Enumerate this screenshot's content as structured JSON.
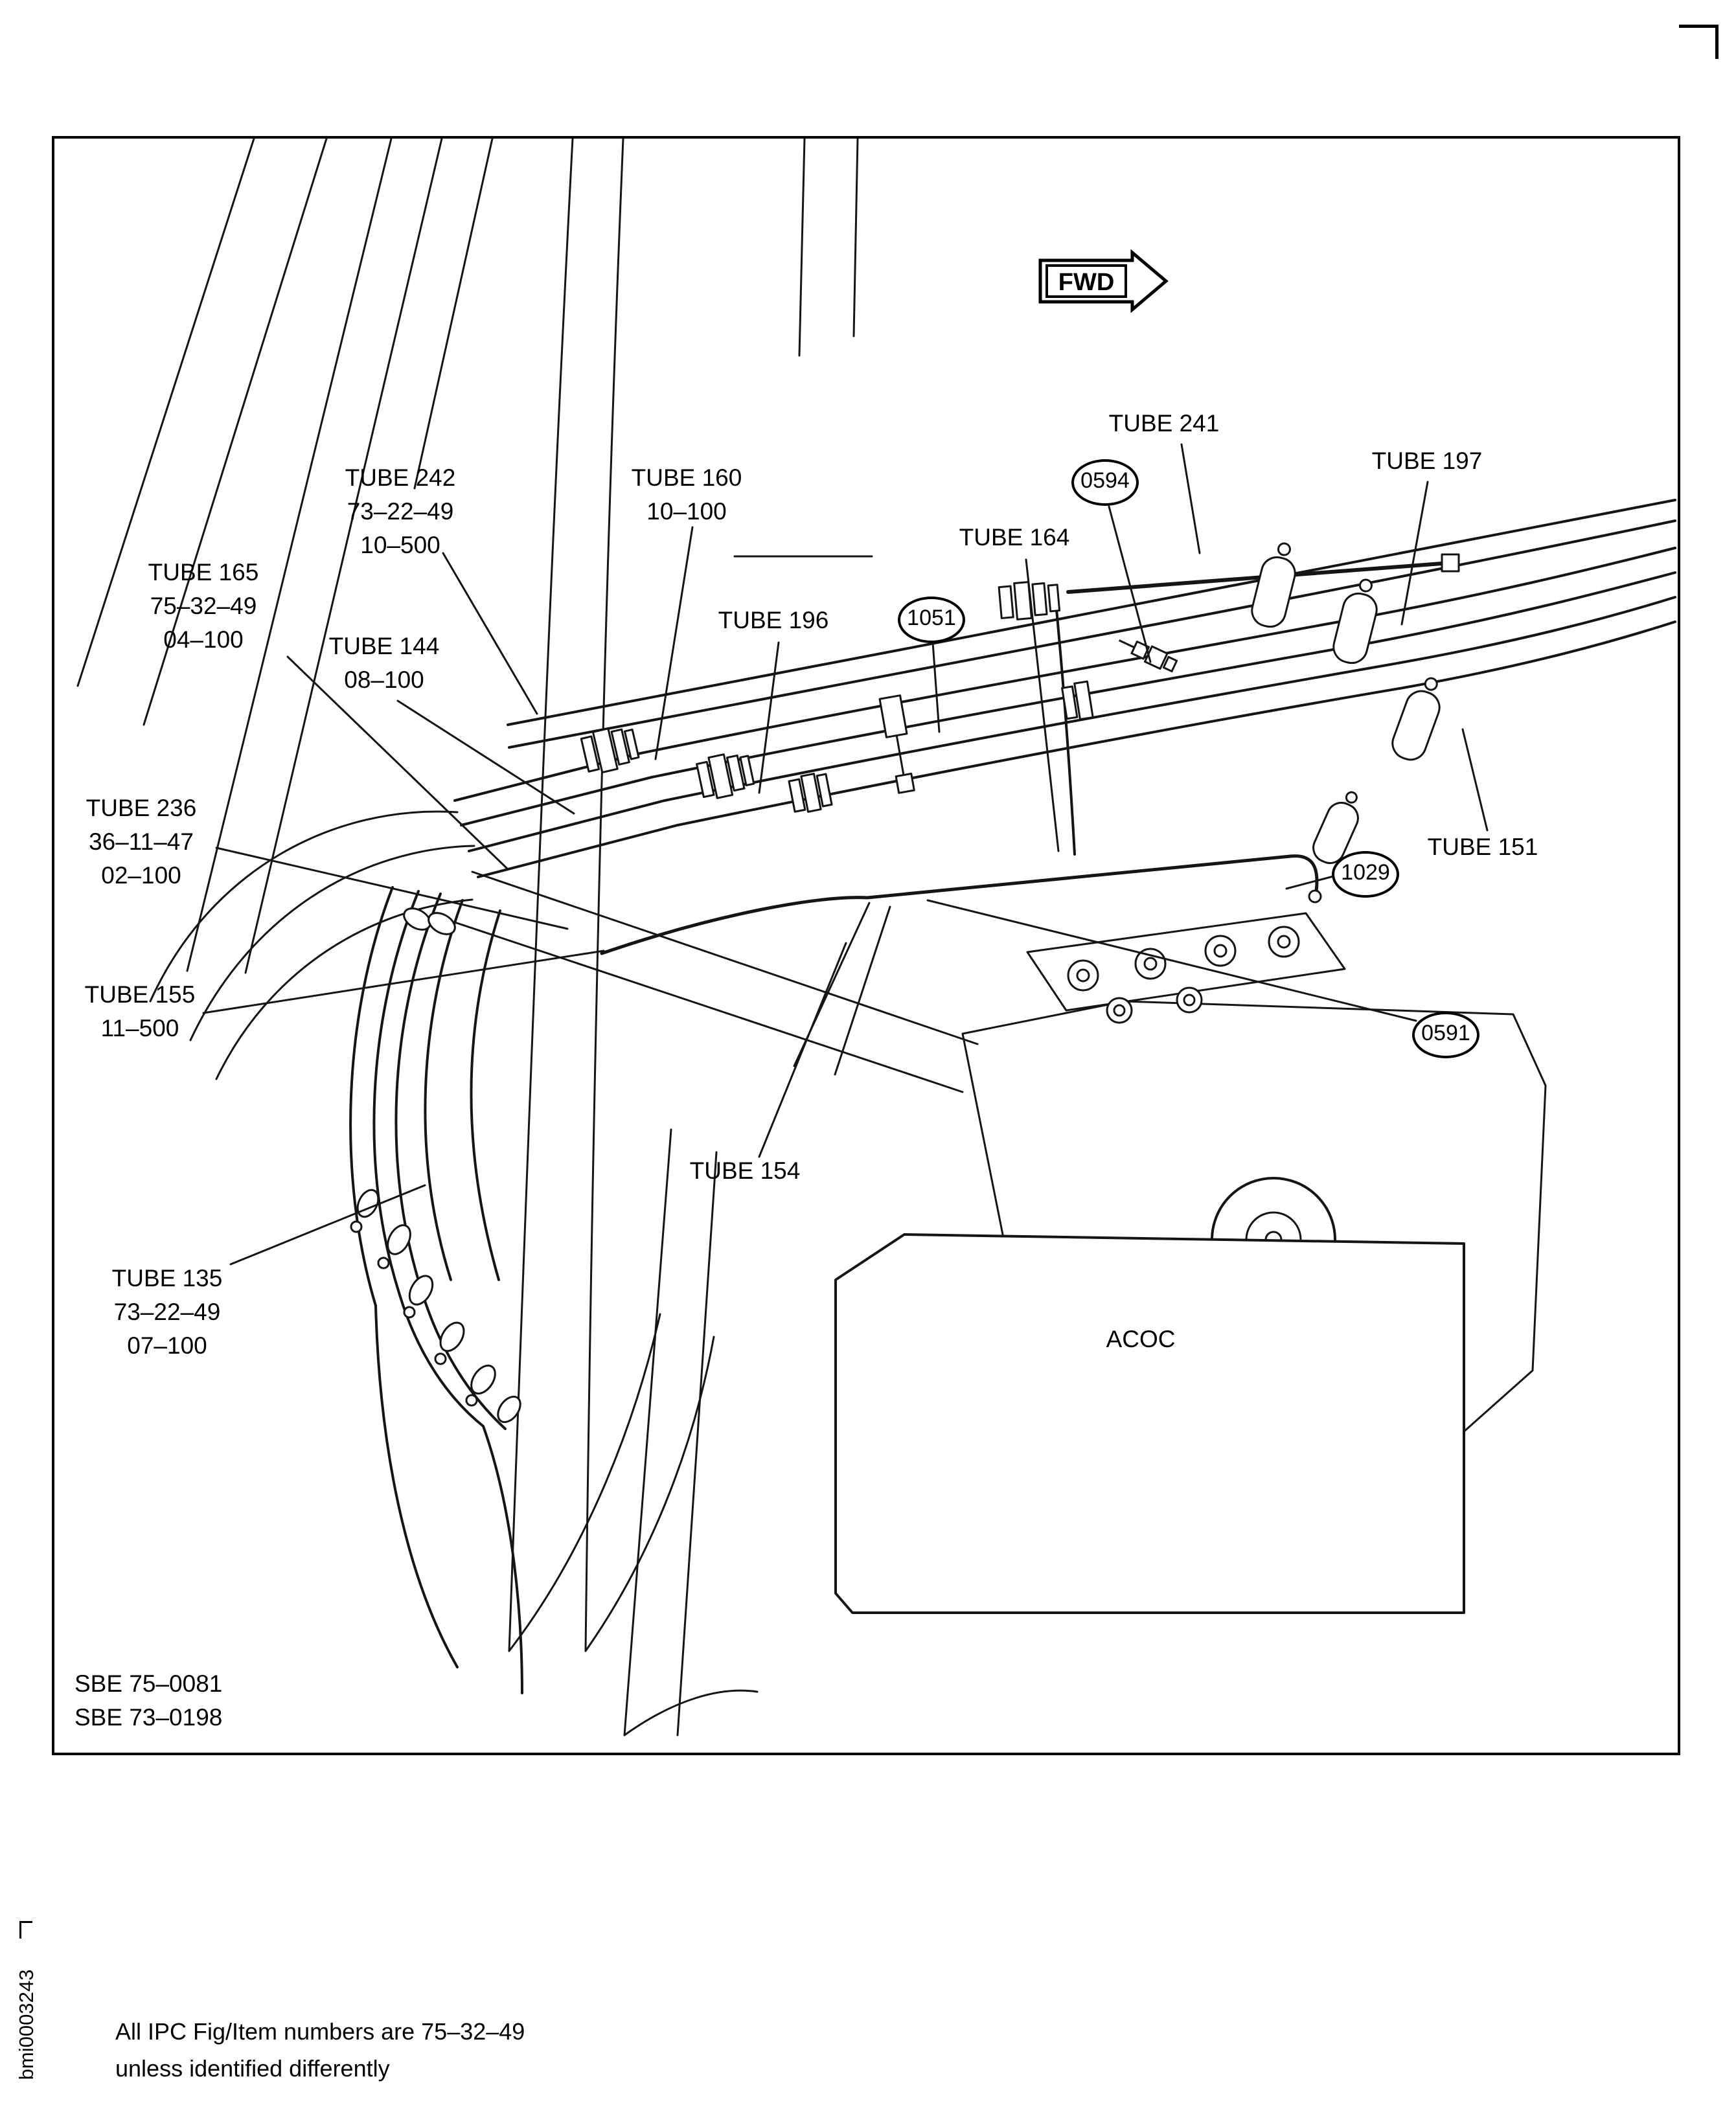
{
  "page": {
    "footer_note_line1": "All IPC Fig/Item numbers are 75–32–49",
    "footer_note_line2": "unless identified differently",
    "side_code": "bmi0003243"
  },
  "figure": {
    "fwd_label": "FWD",
    "acoc_label": "ACOC",
    "sbe_line1": "SBE 75–0081",
    "sbe_line2": "SBE 73–0198",
    "labels": {
      "tube242": [
        "TUBE 242",
        "73–22–49",
        "10–500"
      ],
      "tube160": [
        "TUBE 160",
        "10–100"
      ],
      "tube241": [
        "TUBE 241"
      ],
      "tube197": [
        "TUBE 197"
      ],
      "tube164": [
        "TUBE 164"
      ],
      "tube165": [
        "TUBE 165",
        "75–32–49",
        "04–100"
      ],
      "tube144": [
        "TUBE 144",
        "08–100"
      ],
      "tube196": [
        "TUBE 196"
      ],
      "tube236": [
        "TUBE 236",
        "36–11–47",
        "02–100"
      ],
      "tube151": [
        "TUBE 151"
      ],
      "tube155": [
        "TUBE 155",
        "11–500"
      ],
      "tube154": [
        "TUBE 154"
      ],
      "tube135": [
        "TUBE 135",
        "73–22–49",
        "07–100"
      ]
    },
    "items": {
      "i0594": "0594",
      "i1051": "1051",
      "i1029": "1029",
      "i0591": "0591"
    }
  }
}
